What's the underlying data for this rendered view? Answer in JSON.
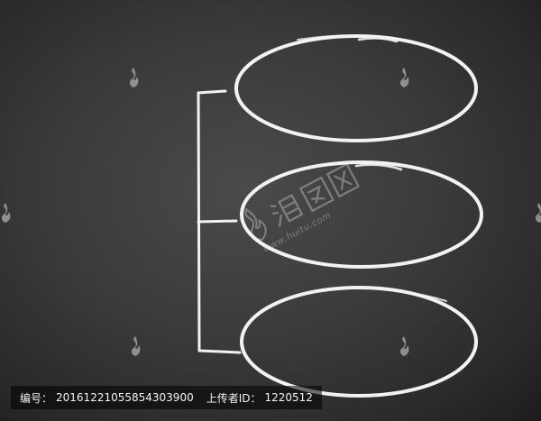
{
  "diagram": {
    "type": "bracket-to-three-ovals",
    "ovals": [
      {
        "label": ""
      },
      {
        "label": ""
      },
      {
        "label": ""
      }
    ]
  },
  "colors": {
    "chalk": "#f2f2f2",
    "board": "#3b3b3b",
    "mark": "#d9d9d9"
  },
  "watermark": {
    "logo_text": "汇图网",
    "url": "www.huitu.com",
    "icon": "flame-logo-icon"
  },
  "footer": {
    "id_label": "编号：",
    "id_value": "20161221055854303900",
    "uploader_label": "上传者ID：",
    "uploader_value": "1220512"
  }
}
